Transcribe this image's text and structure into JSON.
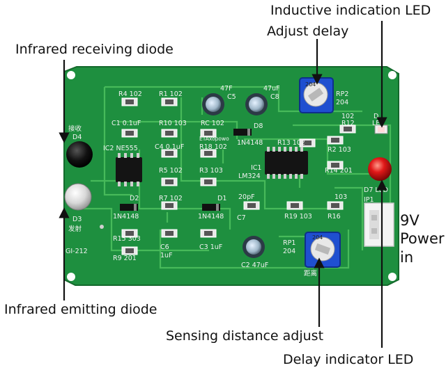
{
  "callouts": {
    "inductive_led": "Inductive indication LED",
    "adjust_delay": "Adjust delay",
    "ir_receiving": "Infrared receiving diode",
    "ir_emitting": "Infrared emitting diode",
    "sensing_distance": "Sensing distance adjust",
    "delay_led": "Delay indicator LED",
    "power_line1": "9V",
    "power_line2": "Power",
    "power_line3": "in"
  },
  "silkscreen": {
    "r4": "R4 102",
    "r1": "R1 102",
    "c5": "C5",
    "c5_val": "47F",
    "c8": "C8",
    "c8_val": "47uF",
    "c1": "C1 0.1uF",
    "r10": "R10 103",
    "rc": "RC 102",
    "d8": "D8",
    "d8_val": "1N4148",
    "ic2": "IC2 NE555",
    "c4": "C4 0.1uF",
    "r18": "R18 102",
    "brand": "ETAxopowo",
    "r13": "R13 102",
    "r12": "R12",
    "r12_val": "102",
    "d": "D",
    "led": "LE",
    "r2": "R2 103",
    "r14": "R14 201",
    "d7": "D7 LED",
    "r5": "R5 102",
    "r3": "R3 103",
    "ic1": "IC1",
    "ic1_val": "LM324",
    "rp2": "RP2",
    "rp2_val": "204",
    "pot_top": "204",
    "d4": "D4",
    "receive_cn": "接收",
    "d2": "D2",
    "d2_val": "1N4148",
    "r7": "R7 102",
    "d1": "D1",
    "d1_val": "1N4148",
    "c7": "C7",
    "c7_val": "20pF",
    "r19": "R19 103",
    "r16": "R16",
    "r103": "103",
    "ip1": "IP1",
    "d3": "D3",
    "emit_cn": "发射",
    "r15": "R15 303",
    "c6": "C6",
    "c6_val": "1uF",
    "c3": "C3 1uF",
    "c2": "C2 47uF",
    "rp1": "RP1",
    "rp1_val": "204",
    "rp1_top": "204",
    "r9": "R9 201",
    "board_id": "GI-212",
    "distance_cn": "距离"
  },
  "colors": {
    "pcb": "#1e8f3f",
    "trace": "#4fc25f",
    "silk": "#f2f2f2",
    "pot_blue": "#1f4fd0",
    "led_red": "#e01818"
  }
}
